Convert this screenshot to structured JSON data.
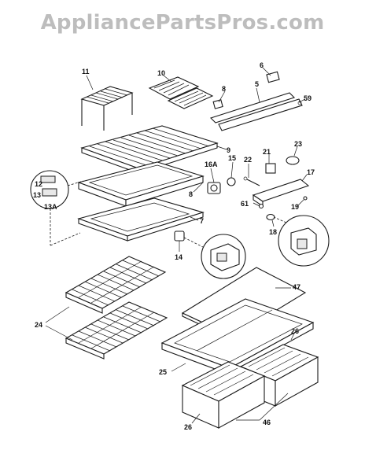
{
  "watermark": "AppliancePartsPros.com",
  "callouts": {
    "c5": "5",
    "c6": "6",
    "c8a": "8",
    "c8b": "8",
    "c9": "9",
    "c10": "10",
    "c11": "11",
    "c12": "12",
    "c13": "13",
    "c13a": "13A",
    "c14": "14",
    "c15": "15",
    "c16a": "16A",
    "c17": "17",
    "c18": "18",
    "c19": "19",
    "c21": "21",
    "c22": "22",
    "c23": "23",
    "c24": "24",
    "c25": "25",
    "c26a": "26",
    "c26b": "26",
    "c46": "46",
    "c47": "47",
    "c59": "59",
    "c61": "61",
    "c7": "7"
  }
}
